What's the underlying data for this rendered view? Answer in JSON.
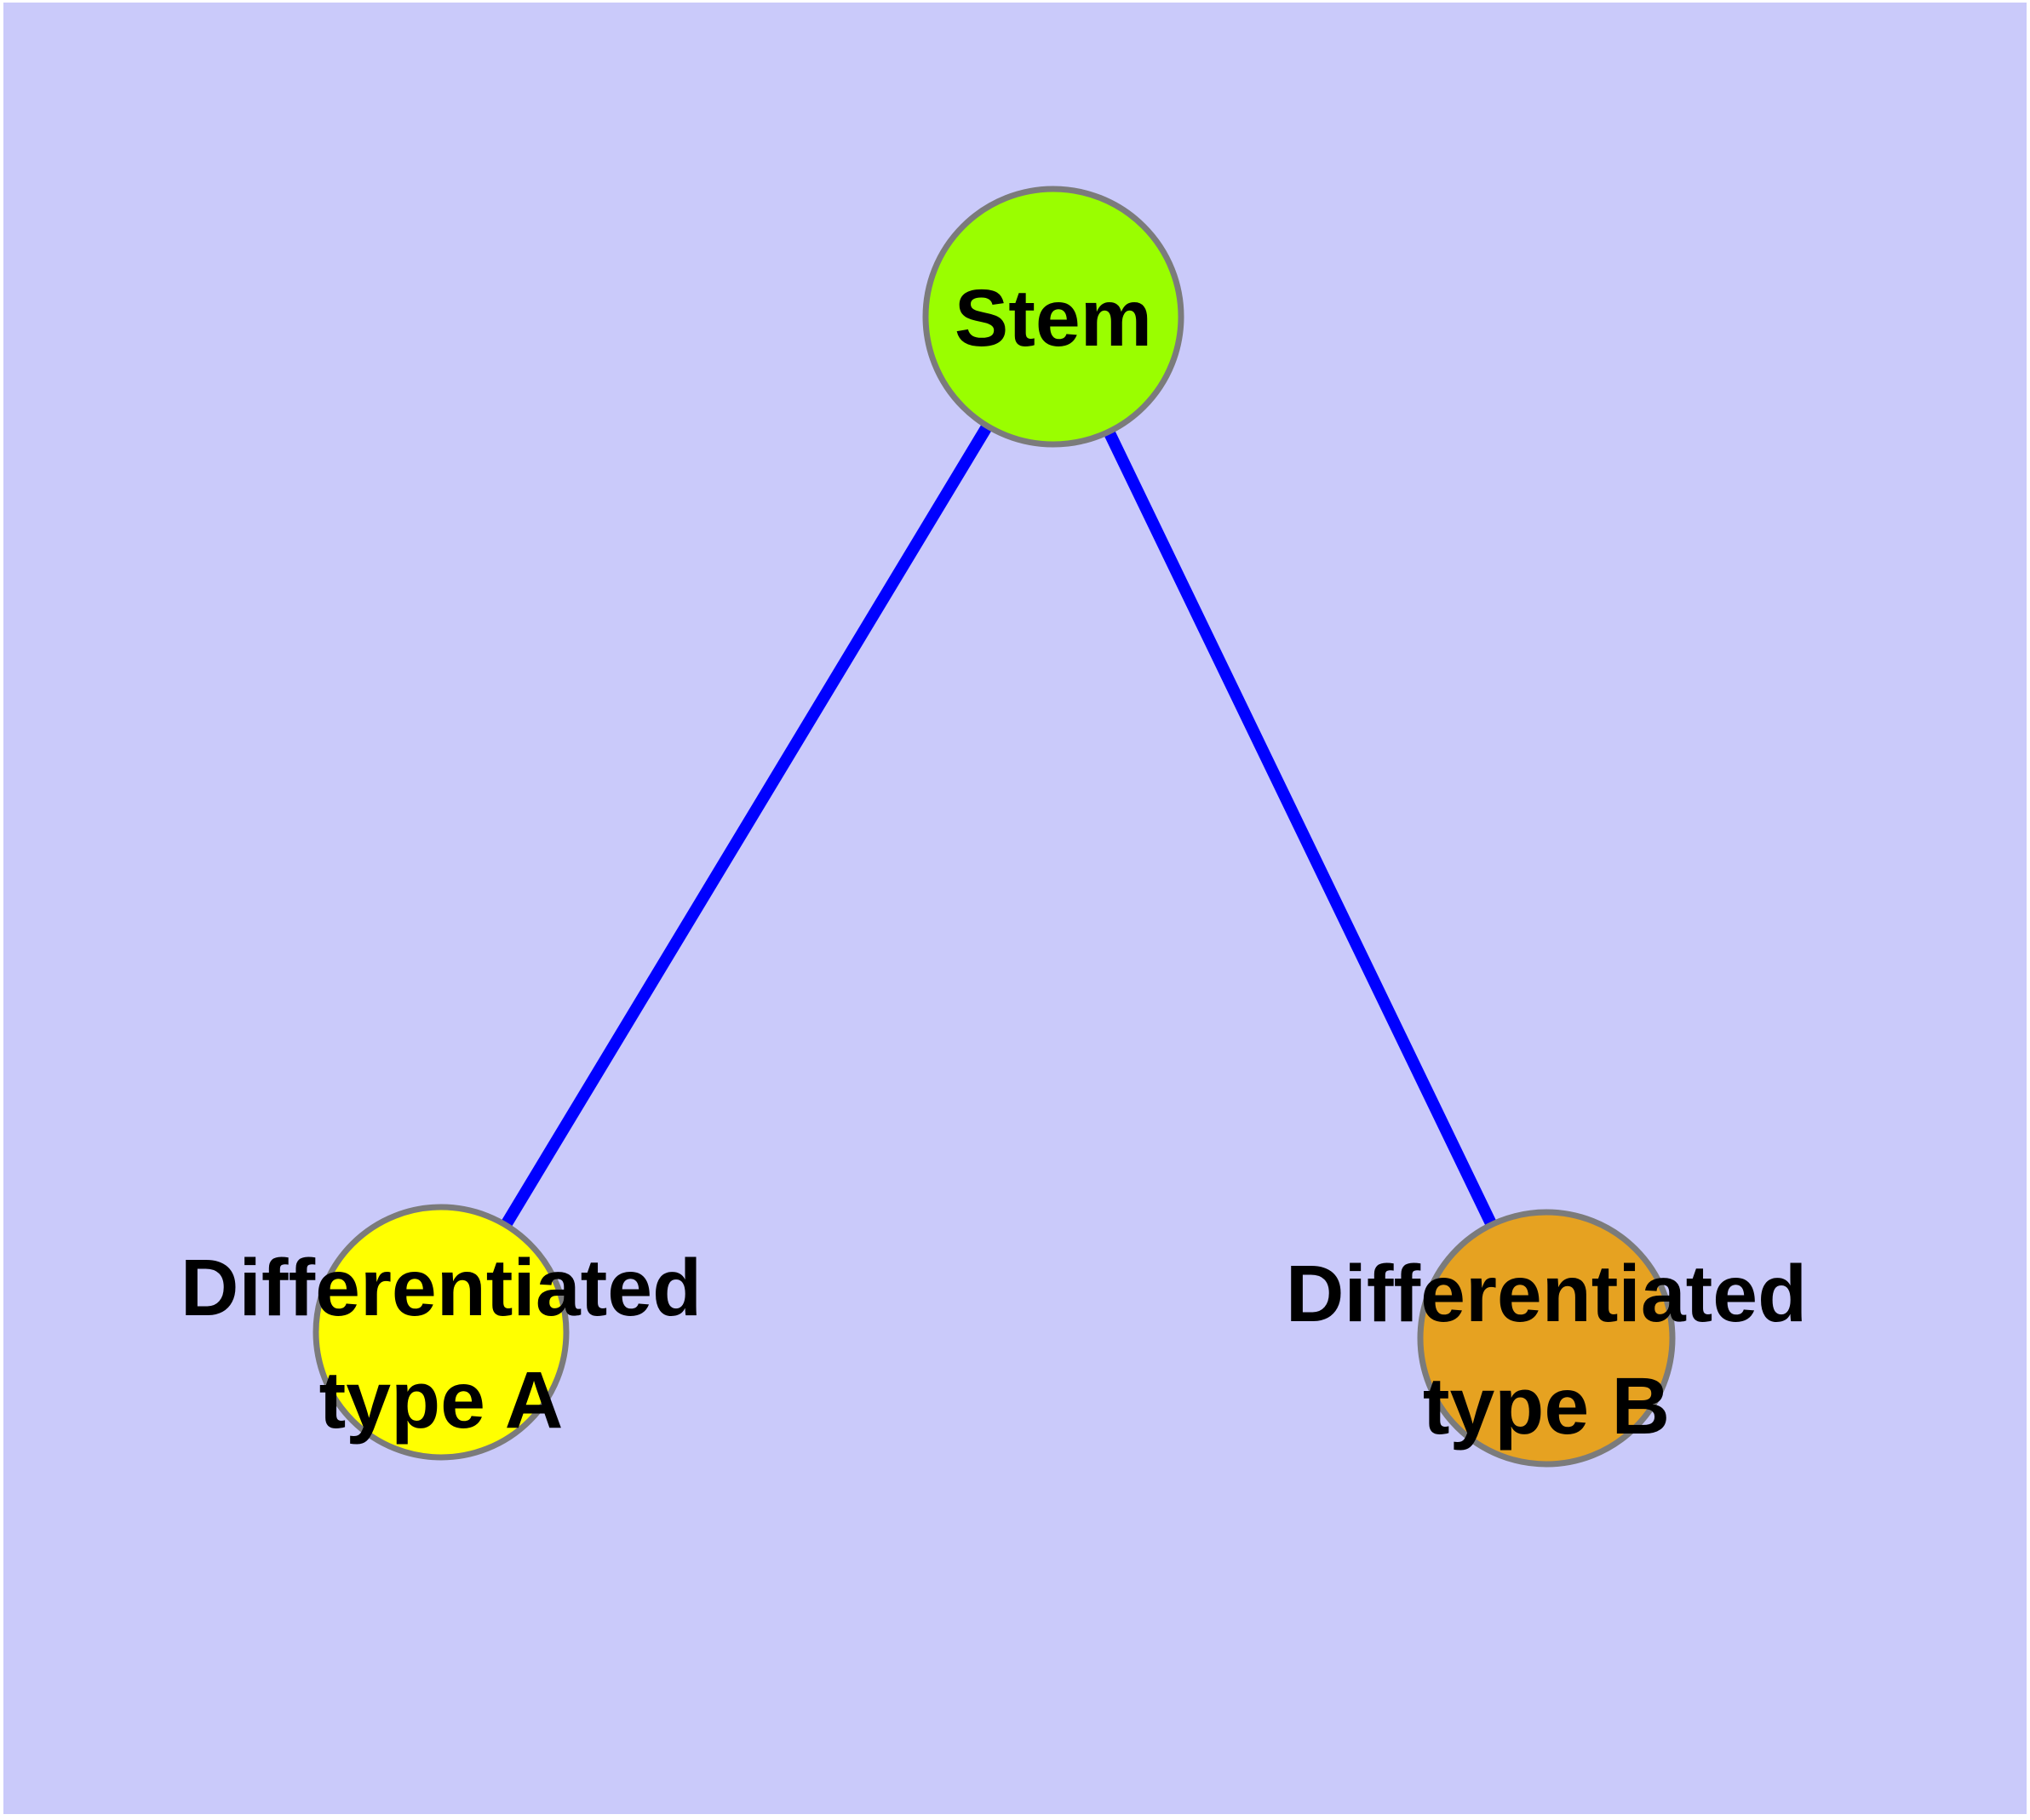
{
  "diagram": {
    "type": "graph",
    "panel_color": "#CACAFA",
    "margin_color": "#FFFFFF",
    "edge_color": "#0000FF",
    "node_border_color": "#7B7B7B",
    "label_color": "#000000",
    "nodes": [
      {
        "id": "stem",
        "label": "Stem",
        "color": "#9AFE00"
      },
      {
        "id": "type-a",
        "label_line1": "Differentiated",
        "label_line2": "type A",
        "color": "#FFFF00"
      },
      {
        "id": "type-b",
        "label_line1": "Differentiated",
        "label_line2": "type B",
        "color": "#E6A221"
      }
    ],
    "edges": [
      {
        "from": "stem",
        "to": "type-a"
      },
      {
        "from": "stem",
        "to": "type-b"
      }
    ]
  }
}
